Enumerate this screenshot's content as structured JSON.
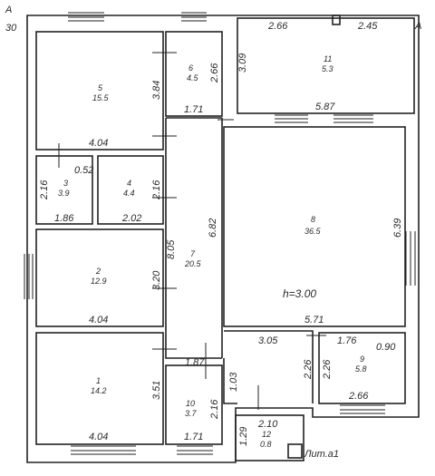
{
  "corner_label": "А\n30",
  "corner_top_right": "А",
  "ceiling_height": "h=3.00",
  "annex_label": "Лит.а1",
  "rooms": [
    {
      "id": "1",
      "area": "14.2"
    },
    {
      "id": "2",
      "area": "12.9"
    },
    {
      "id": "3",
      "area": "3.9"
    },
    {
      "id": "4",
      "area": "4.4"
    },
    {
      "id": "5",
      "area": "15.5"
    },
    {
      "id": "6",
      "area": "4.5"
    },
    {
      "id": "7",
      "area": "20.5"
    },
    {
      "id": "8",
      "area": "36.5"
    },
    {
      "id": "9",
      "area": "5.8"
    },
    {
      "id": "10",
      "area": "3.7"
    },
    {
      "id": "11",
      "area": "5.3"
    },
    {
      "id": "12",
      "area": "0.8"
    }
  ],
  "dimensions": {
    "r5_bottom": "4.04",
    "r5_right": "3.84",
    "r6_right": "2.66",
    "r6_bottom": "1.71",
    "r11_top_left": "2.66",
    "r11_top_right": "2.45",
    "r11_left": "3.09",
    "r11_bottom": "5.87",
    "r3_width_top": "0.52",
    "r3_left": "2.16",
    "r3_bottom": "1.86",
    "r4_right": "2.16",
    "r4_bottom": "2.02",
    "corridor_height": "8.05",
    "r8_left": "6.82",
    "r8_right": "6.39",
    "r8_bottom": "5.71",
    "r2_right": "3.20",
    "r2_bottom": "4.04",
    "r1_right": "3.51",
    "r1_bottom": "4.04",
    "hall_top": "3.05",
    "hall_right": "2.26",
    "hall_left_inner": "1.03",
    "r9_left": "2.26",
    "r9_top_left": "1.76",
    "r9_top_right": "0.90",
    "r9_bottom": "2.66",
    "r10_top": "1.87",
    "r10_right": "2.16",
    "r10_bottom": "1.71",
    "r12_top": "2.10",
    "r12_left": "1.29"
  }
}
